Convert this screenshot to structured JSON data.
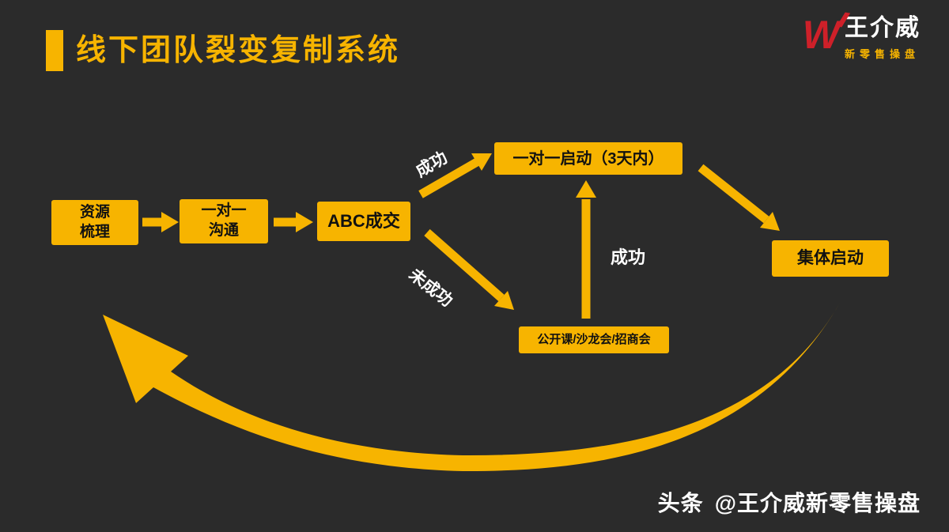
{
  "colors": {
    "accent": "#F7B400",
    "background": "#2B2B2B",
    "logo_red": "#CE2029",
    "box_text": "#111111",
    "light_text": "#FFFFFF"
  },
  "header": {
    "title": "线下团队裂变复制系统"
  },
  "logo": {
    "mark": "W",
    "name": "王介威",
    "subtitle": "新零售操盘"
  },
  "diagram": {
    "nodes": {
      "resource": {
        "label": "资源\n梳理"
      },
      "one_on_one": {
        "label": "一对一\n沟通"
      },
      "abc": {
        "label": "ABC成交"
      },
      "launch": {
        "label": "一对一启动（3天内）"
      },
      "openclass": {
        "label": "公开课/沙龙会/招商会"
      },
      "group": {
        "label": "集体启动"
      }
    },
    "labels": {
      "success_top": "成功",
      "fail": "未成功",
      "success_mid": "成功"
    }
  },
  "footer": {
    "platform": "头条",
    "handle": "@王介威新零售操盘"
  }
}
